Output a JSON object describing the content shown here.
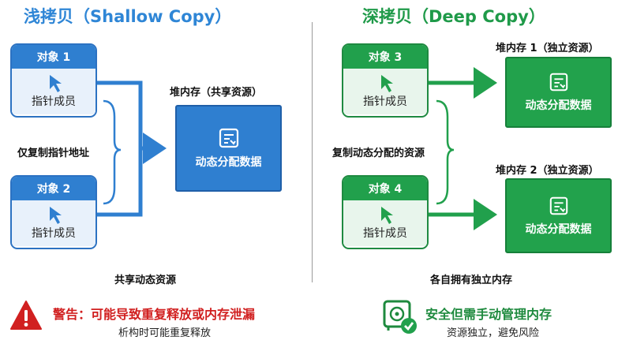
{
  "left": {
    "title": "浅拷贝（Shallow Copy）",
    "object1": {
      "header": "对象 1",
      "member": "指针成员"
    },
    "object2": {
      "header": "对象 2",
      "member": "指针成员"
    },
    "brace_label": "仅复制指针地址",
    "heap_label": "堆内存（共享资源）",
    "heap_box": "动态分配数据",
    "caption": "共享动态资源",
    "warning_title": "警告：可能导致重复释放或内存泄漏",
    "warning_sub": "析构时可能重复释放"
  },
  "right": {
    "title": "深拷贝（Deep Copy）",
    "object3": {
      "header": "对象 3",
      "member": "指针成员"
    },
    "object4": {
      "header": "对象 4",
      "member": "指针成员"
    },
    "brace_label": "复制动态分配的资源",
    "heap1_label": "堆内存 1（独立资源）",
    "heap1_box": "动态分配数据",
    "heap2_label": "堆内存 2（独立资源）",
    "heap2_box": "动态分配数据",
    "caption": "各自拥有独立内存",
    "safe_title": "安全但需手动管理内存",
    "safe_sub": "资源独立，避免风险"
  },
  "colors": {
    "blue": "#2f7fd0",
    "green": "#21a04c",
    "red": "#d12020"
  },
  "icons": [
    "cursor-arrow-icon",
    "document-list-icon",
    "warning-triangle-icon",
    "safe-check-icon"
  ]
}
